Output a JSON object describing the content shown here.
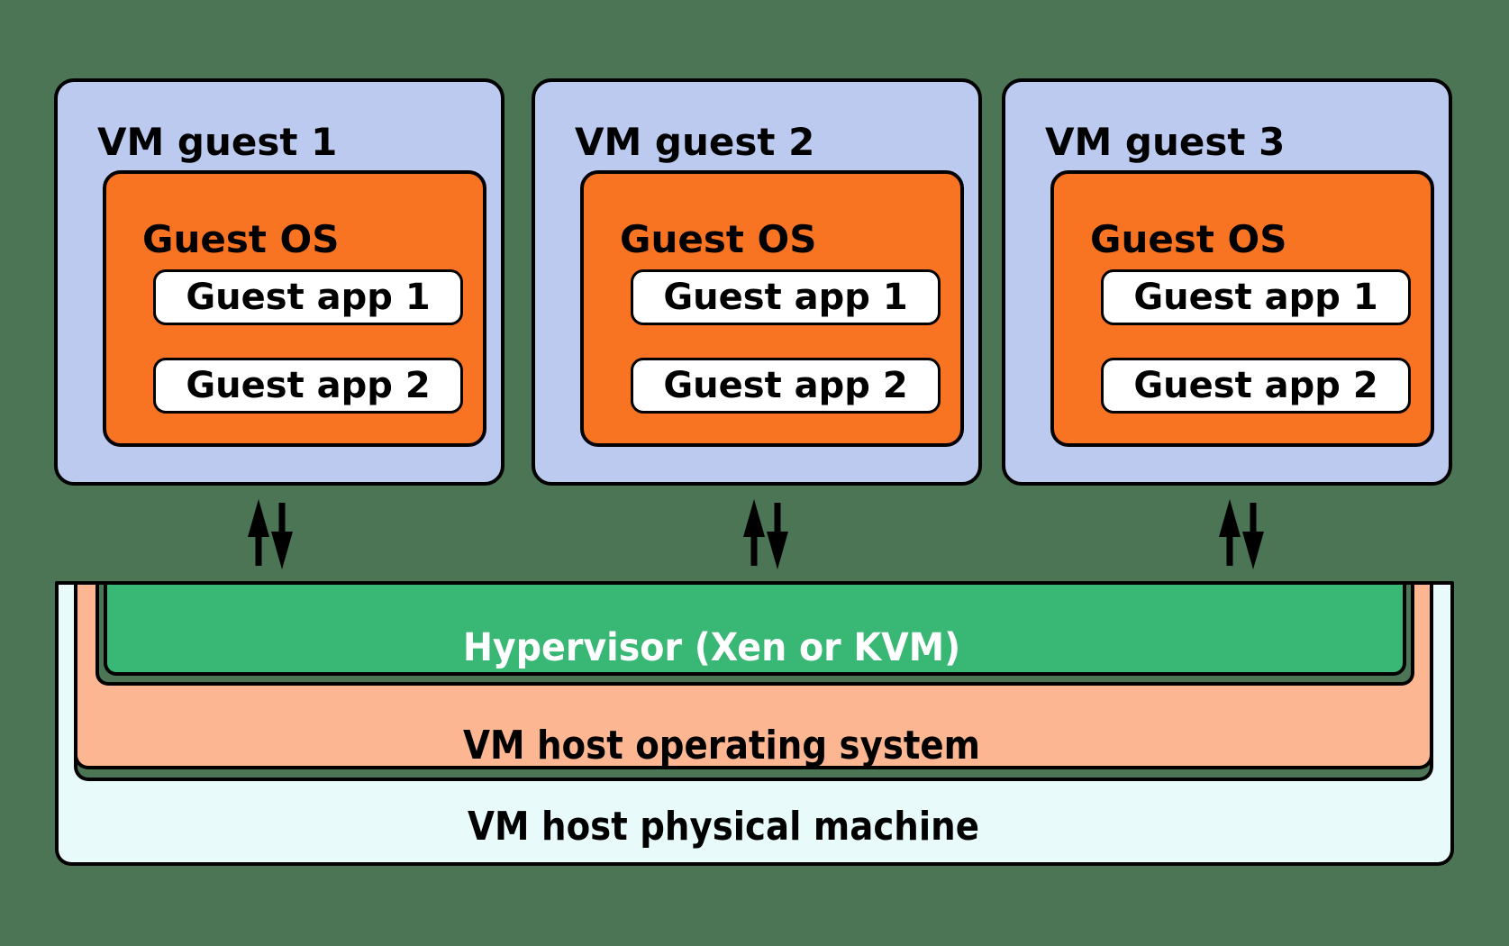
{
  "background_color": "#4b7555",
  "colors": {
    "background": "#4b7555",
    "guest_fill": "#bccaf0",
    "guest_os_fill": "#f97422",
    "app_fill": "#ffffff",
    "hypervisor_fill": "#38b874",
    "host_os_fill": "#fcb691",
    "physical_fill": "#e9fafb",
    "border": "#000000",
    "label_text": "#000000",
    "hypervisor_text": "#ffffff"
  },
  "vm_guests": [
    {
      "title": "VM guest 1",
      "os_label": "Guest OS",
      "apps": [
        "Guest app 1",
        "Guest app 2"
      ]
    },
    {
      "title": "VM guest 2",
      "os_label": "Guest OS",
      "apps": [
        "Guest app 1",
        "Guest app 2"
      ]
    },
    {
      "title": "VM guest 3",
      "os_label": "Guest OS",
      "apps": [
        "Guest app 1",
        "Guest app 2"
      ]
    }
  ],
  "arrows": {
    "icon": "bidirectional-vertical-arrows",
    "count": 3
  },
  "stack": {
    "hypervisor_label": "Hypervisor (Xen or KVM)",
    "host_os_label": "VM host operating system",
    "physical_label": "VM host physical machine"
  }
}
